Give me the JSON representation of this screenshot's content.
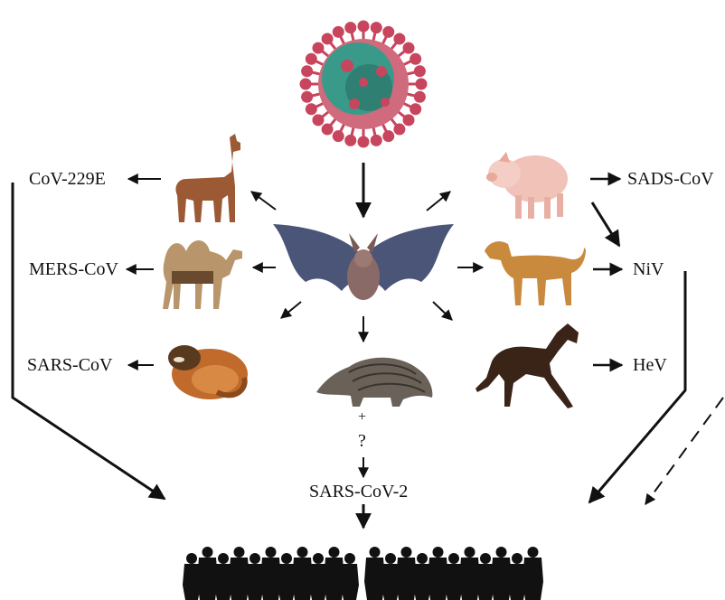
{
  "labels": {
    "cov229e": "CoV-229E",
    "mers": "MERS-CoV",
    "sars": "SARS-CoV",
    "sads": "SADS-CoV",
    "niv": "NiV",
    "hev": "HeV",
    "sars2": "SARS-CoV-2",
    "plus": "+",
    "question": "?"
  },
  "colors": {
    "virus_spike": "#c8455e",
    "virus_core": "#3a9a8a",
    "bat": "#4a5578",
    "arrow": "#111111",
    "people": "#111111"
  },
  "icons": [
    "coronavirus-icon",
    "bat-icon",
    "alpaca-icon",
    "camel-icon",
    "civet-icon",
    "pangolin-icon",
    "pig-icon",
    "dog-icon",
    "horse-icon",
    "human-crowd-icon"
  ]
}
